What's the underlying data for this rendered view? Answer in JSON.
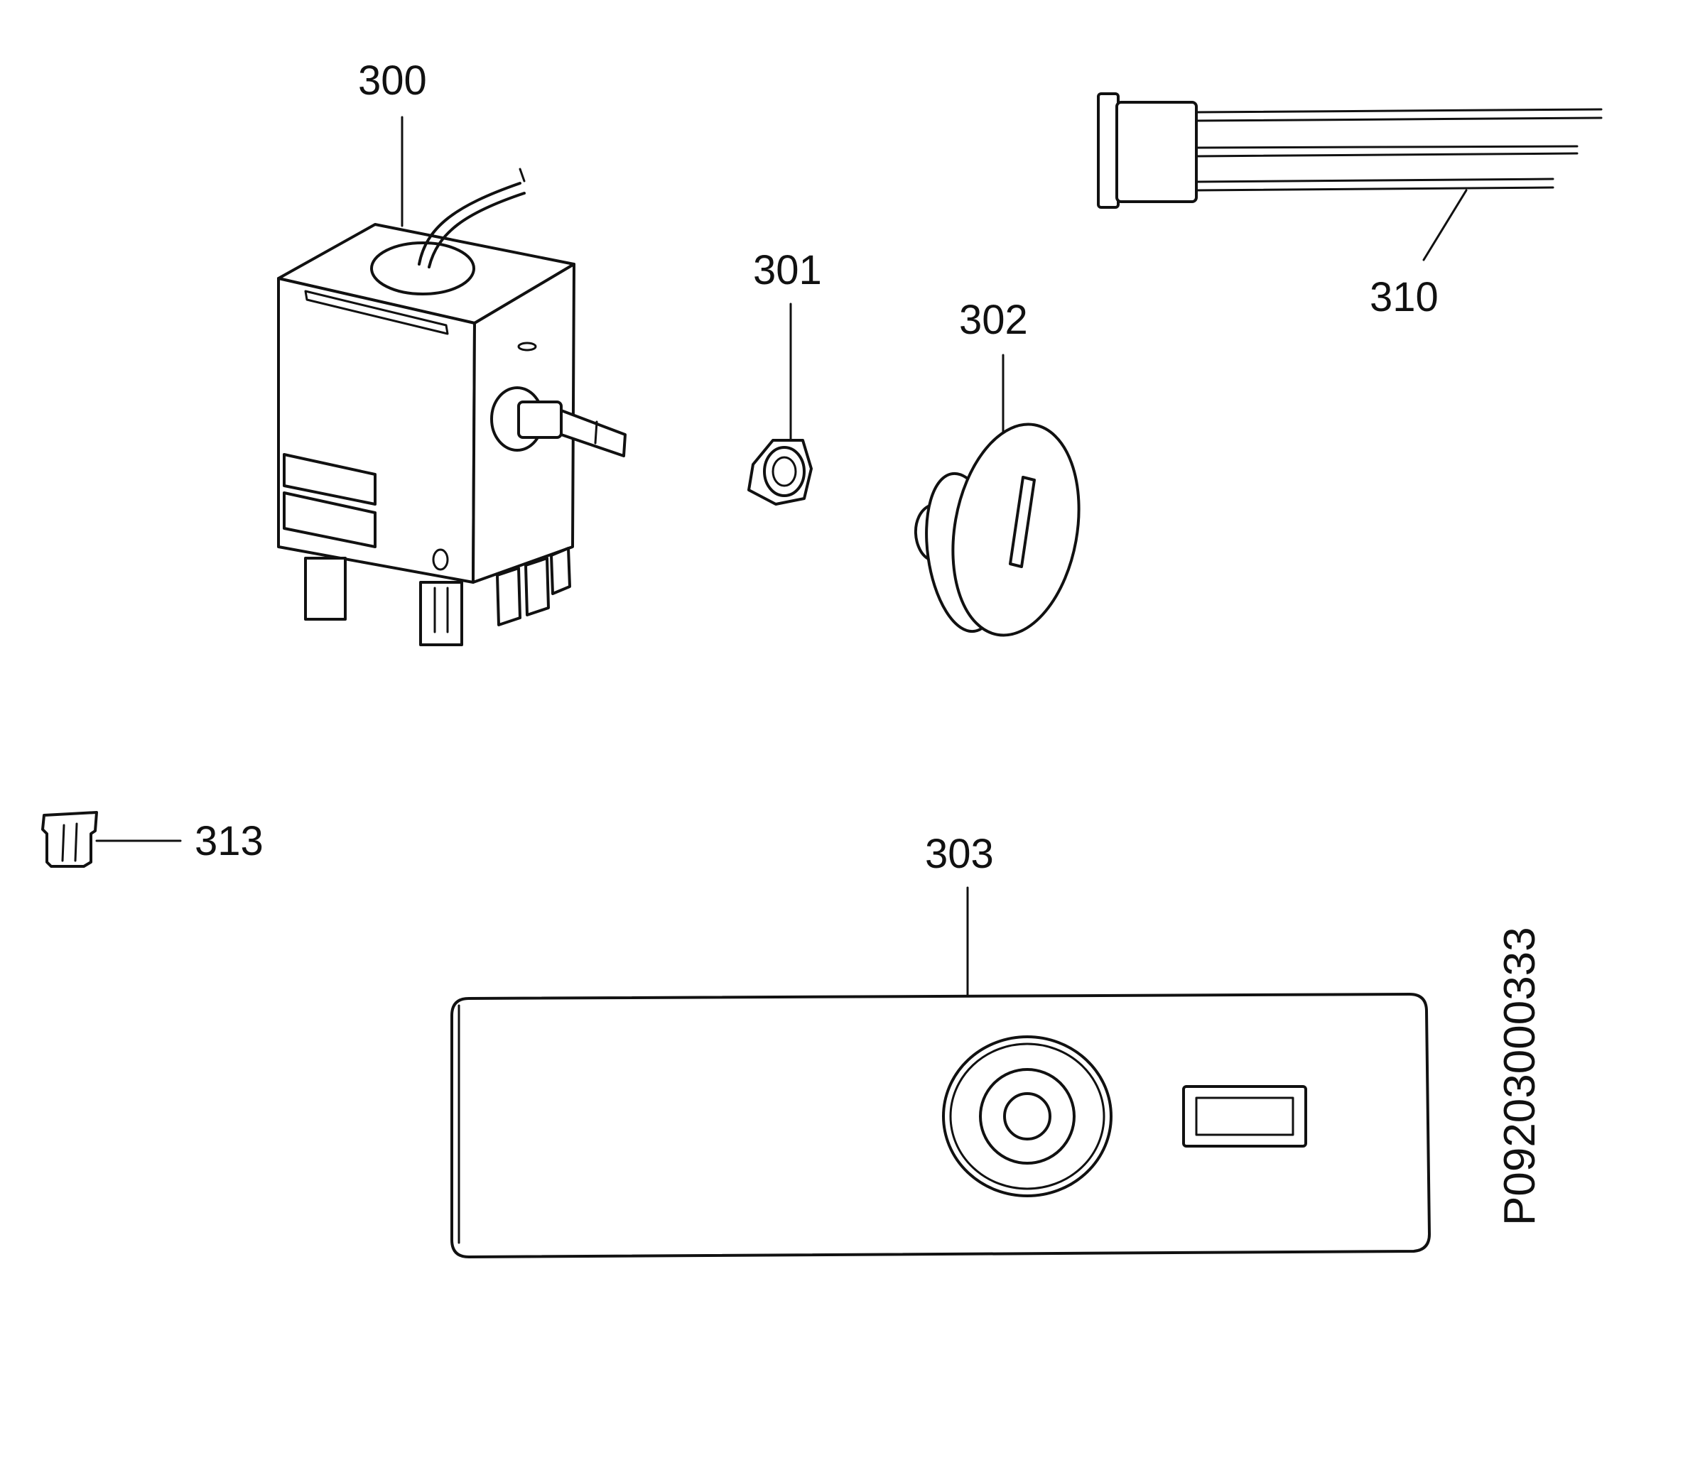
{
  "parts": [
    {
      "id": "thermostat",
      "label": "300"
    },
    {
      "id": "nut",
      "label": "301"
    },
    {
      "id": "knob",
      "label": "302"
    },
    {
      "id": "control-panel",
      "label": "303"
    },
    {
      "id": "wire-harness",
      "label": "310"
    },
    {
      "id": "clip",
      "label": "313"
    }
  ],
  "drawing_code": "P09203000333"
}
